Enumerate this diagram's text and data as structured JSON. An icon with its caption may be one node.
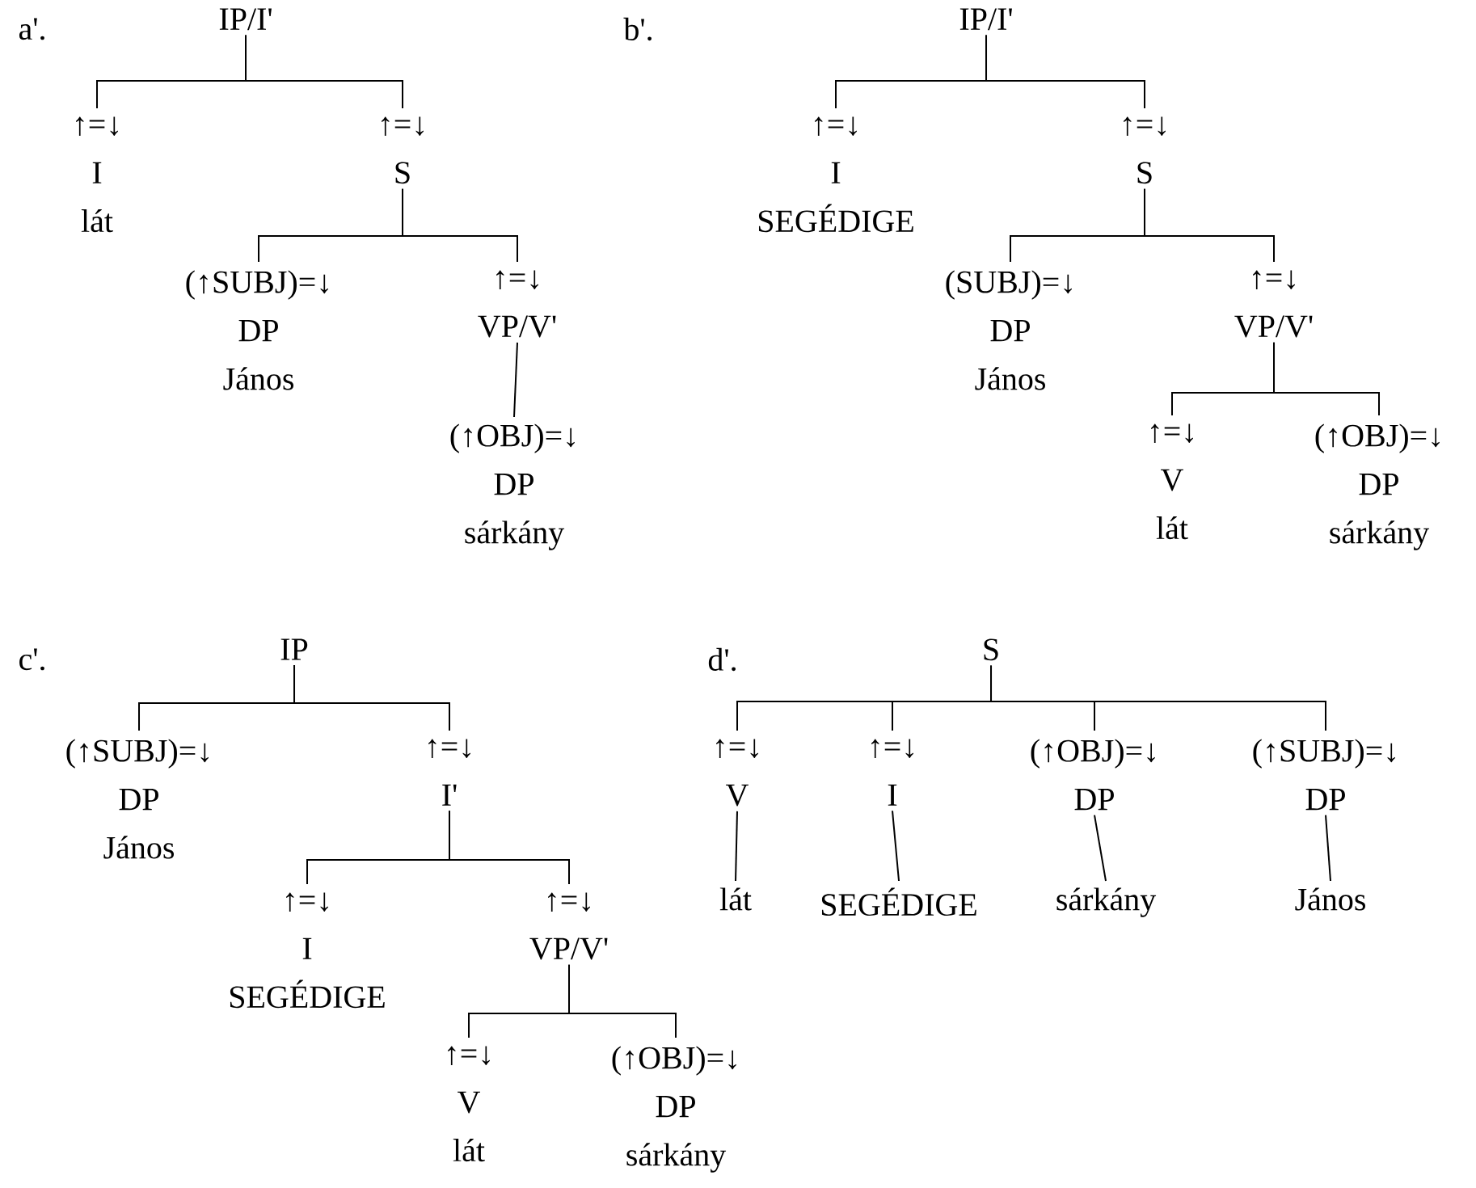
{
  "diagram": {
    "nodes": [
      {
        "text": [
          "IP/I'"
        ]
      },
      {
        "text": [
          "↑=↓",
          "I",
          "lát"
        ]
      },
      {
        "text": [
          "↑=↓",
          "S"
        ]
      },
      {
        "text": [
          "(↑SUBJ)=↓",
          "DP",
          "János"
        ]
      },
      {
        "text": [
          "↑=↓",
          "VP/V'"
        ]
      },
      {
        "text": [
          "(↑OBJ)=↓",
          "DP",
          "sárkány"
        ]
      },
      {
        "text": [
          "IP/I'"
        ]
      },
      {
        "text": [
          "↑=↓",
          "I",
          "SEGÉDIGE"
        ]
      },
      {
        "text": [
          "↑=↓",
          "S"
        ]
      },
      {
        "text": [
          "(SUBJ)=↓",
          "DP",
          "János"
        ]
      },
      {
        "text": [
          "↑=↓",
          "VP/V'"
        ]
      },
      {
        "text": [
          "↑=↓",
          "V",
          "lát"
        ]
      },
      {
        "text": [
          "(↑OBJ)=↓",
          "DP",
          "sárkány"
        ]
      },
      {
        "text": [
          "IP"
        ]
      },
      {
        "text": [
          "(↑SUBJ)=↓",
          "DP",
          "János"
        ]
      },
      {
        "text": [
          "↑=↓",
          "I'"
        ]
      },
      {
        "text": [
          "↑=↓",
          "I",
          "SEGÉDIGE"
        ]
      },
      {
        "text": [
          "↑=↓",
          "VP/V'"
        ]
      },
      {
        "text": [
          "↑=↓",
          "V",
          "lát"
        ]
      },
      {
        "text": [
          "(↑OBJ)=↓",
          "DP",
          "sárkány"
        ]
      },
      {
        "text": [
          "S"
        ]
      },
      {
        "text": [
          "↑=↓",
          "V"
        ]
      },
      {
        "text": [
          "↑=↓",
          "I"
        ]
      },
      {
        "text": [
          "(↑OBJ)=↓",
          "DP"
        ]
      },
      {
        "text": [
          "(↑SUBJ)=↓",
          "DP"
        ]
      },
      {
        "text": [
          "lát"
        ]
      },
      {
        "text": [
          "SEGÉDIGE"
        ]
      },
      {
        "text": [
          "sárkány"
        ]
      },
      {
        "text": [
          "János"
        ]
      }
    ],
    "edges": [
      {
        "from": 0,
        "to": 1,
        "arrow": "none"
      },
      {
        "from": 0,
        "to": 2,
        "arrow": "none"
      },
      {
        "from": 2,
        "to": 3,
        "arrow": "none"
      },
      {
        "from": 2,
        "to": 4,
        "arrow": "none"
      },
      {
        "from": 4,
        "to": 5,
        "arrow": "none"
      },
      {
        "from": 6,
        "to": 7,
        "arrow": "none"
      },
      {
        "from": 6,
        "to": 8,
        "arrow": "none"
      },
      {
        "from": 8,
        "to": 9,
        "arrow": "none"
      },
      {
        "from": 8,
        "to": 10,
        "arrow": "none"
      },
      {
        "from": 10,
        "to": 11,
        "arrow": "none"
      },
      {
        "from": 10,
        "to": 12,
        "arrow": "none"
      },
      {
        "from": 13,
        "to": 14,
        "arrow": "none"
      },
      {
        "from": 13,
        "to": 15,
        "arrow": "none"
      },
      {
        "from": 15,
        "to": 16,
        "arrow": "none"
      },
      {
        "from": 15,
        "to": 17,
        "arrow": "none"
      },
      {
        "from": 17,
        "to": 18,
        "arrow": "none"
      },
      {
        "from": 17,
        "to": 19,
        "arrow": "none"
      },
      {
        "from": 20,
        "to": 21,
        "arrow": "none"
      },
      {
        "from": 20,
        "to": 22,
        "arrow": "none"
      },
      {
        "from": 20,
        "to": 23,
        "arrow": "none"
      },
      {
        "from": 20,
        "to": 24,
        "arrow": "none"
      },
      {
        "from": 21,
        "to": 25,
        "arrow": "none"
      },
      {
        "from": 22,
        "to": 26,
        "arrow": "none"
      },
      {
        "from": 23,
        "to": 27,
        "arrow": "none"
      },
      {
        "from": 24,
        "to": 28,
        "arrow": "none"
      }
    ],
    "labels": [
      "a'.",
      "b'.",
      "c'.",
      "d'."
    ]
  }
}
